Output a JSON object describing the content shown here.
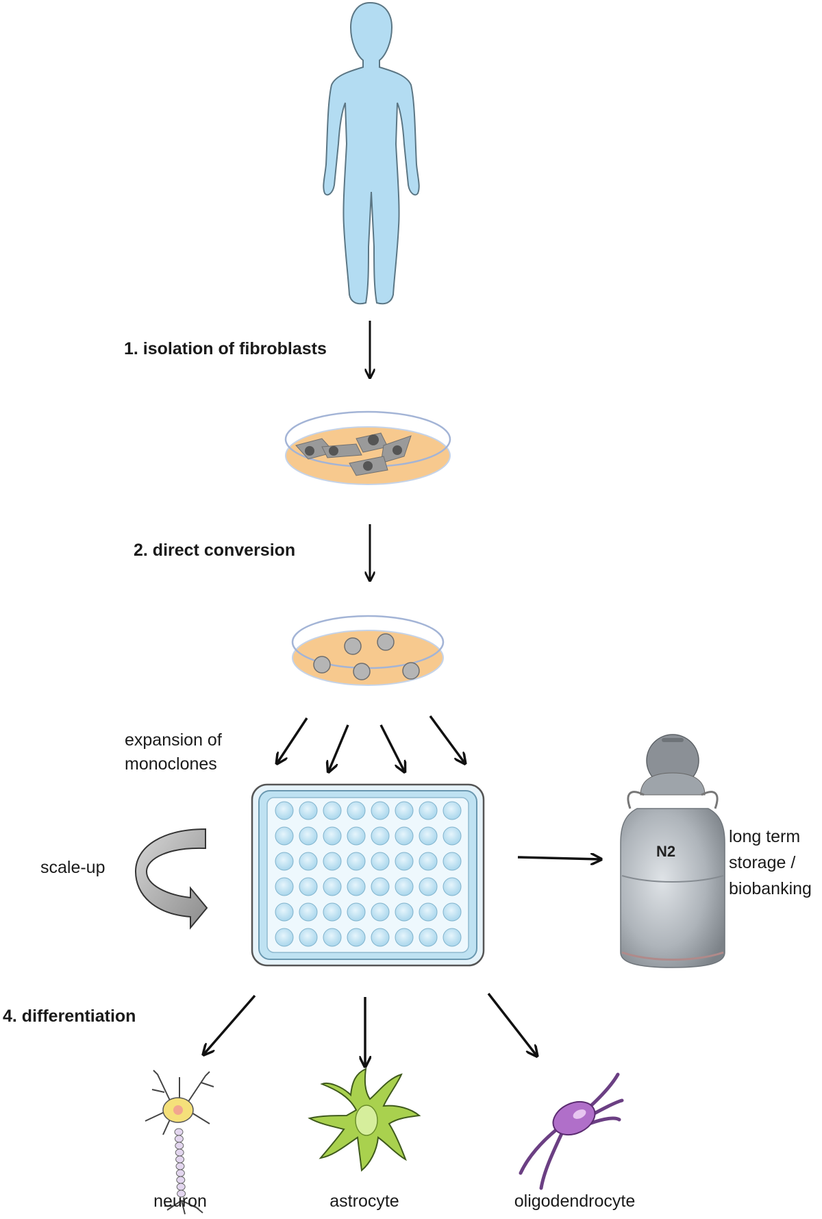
{
  "steps": {
    "step1": "1. isolation of fibroblasts",
    "step2": "2. direct conversion",
    "expansion": [
      "expansion of",
      "monoclones"
    ],
    "scaleup": "scale-up",
    "step4": "4. differentiation"
  },
  "storage": {
    "tank_label": "N2",
    "caption": [
      "long term",
      "storage /",
      "biobanking"
    ]
  },
  "cells": {
    "neuron": "neuron",
    "astrocyte": "astrocyte",
    "oligodendrocyte": "oligodendrocyte"
  },
  "colors": {
    "body": "#b3dcf2",
    "dish_medium": "#f7c98e",
    "plate": "#bfe2f2",
    "tank": "#b9bec4",
    "neuron": "#f5e07a",
    "astrocyte": "#a9d14e",
    "oligodendrocyte": "#b06fc9"
  },
  "icons": [
    "human-body-icon",
    "petri-dish-icon",
    "well-plate-icon",
    "nitrogen-tank-icon",
    "neuron-icon",
    "astrocyte-icon",
    "oligodendrocyte-icon"
  ]
}
